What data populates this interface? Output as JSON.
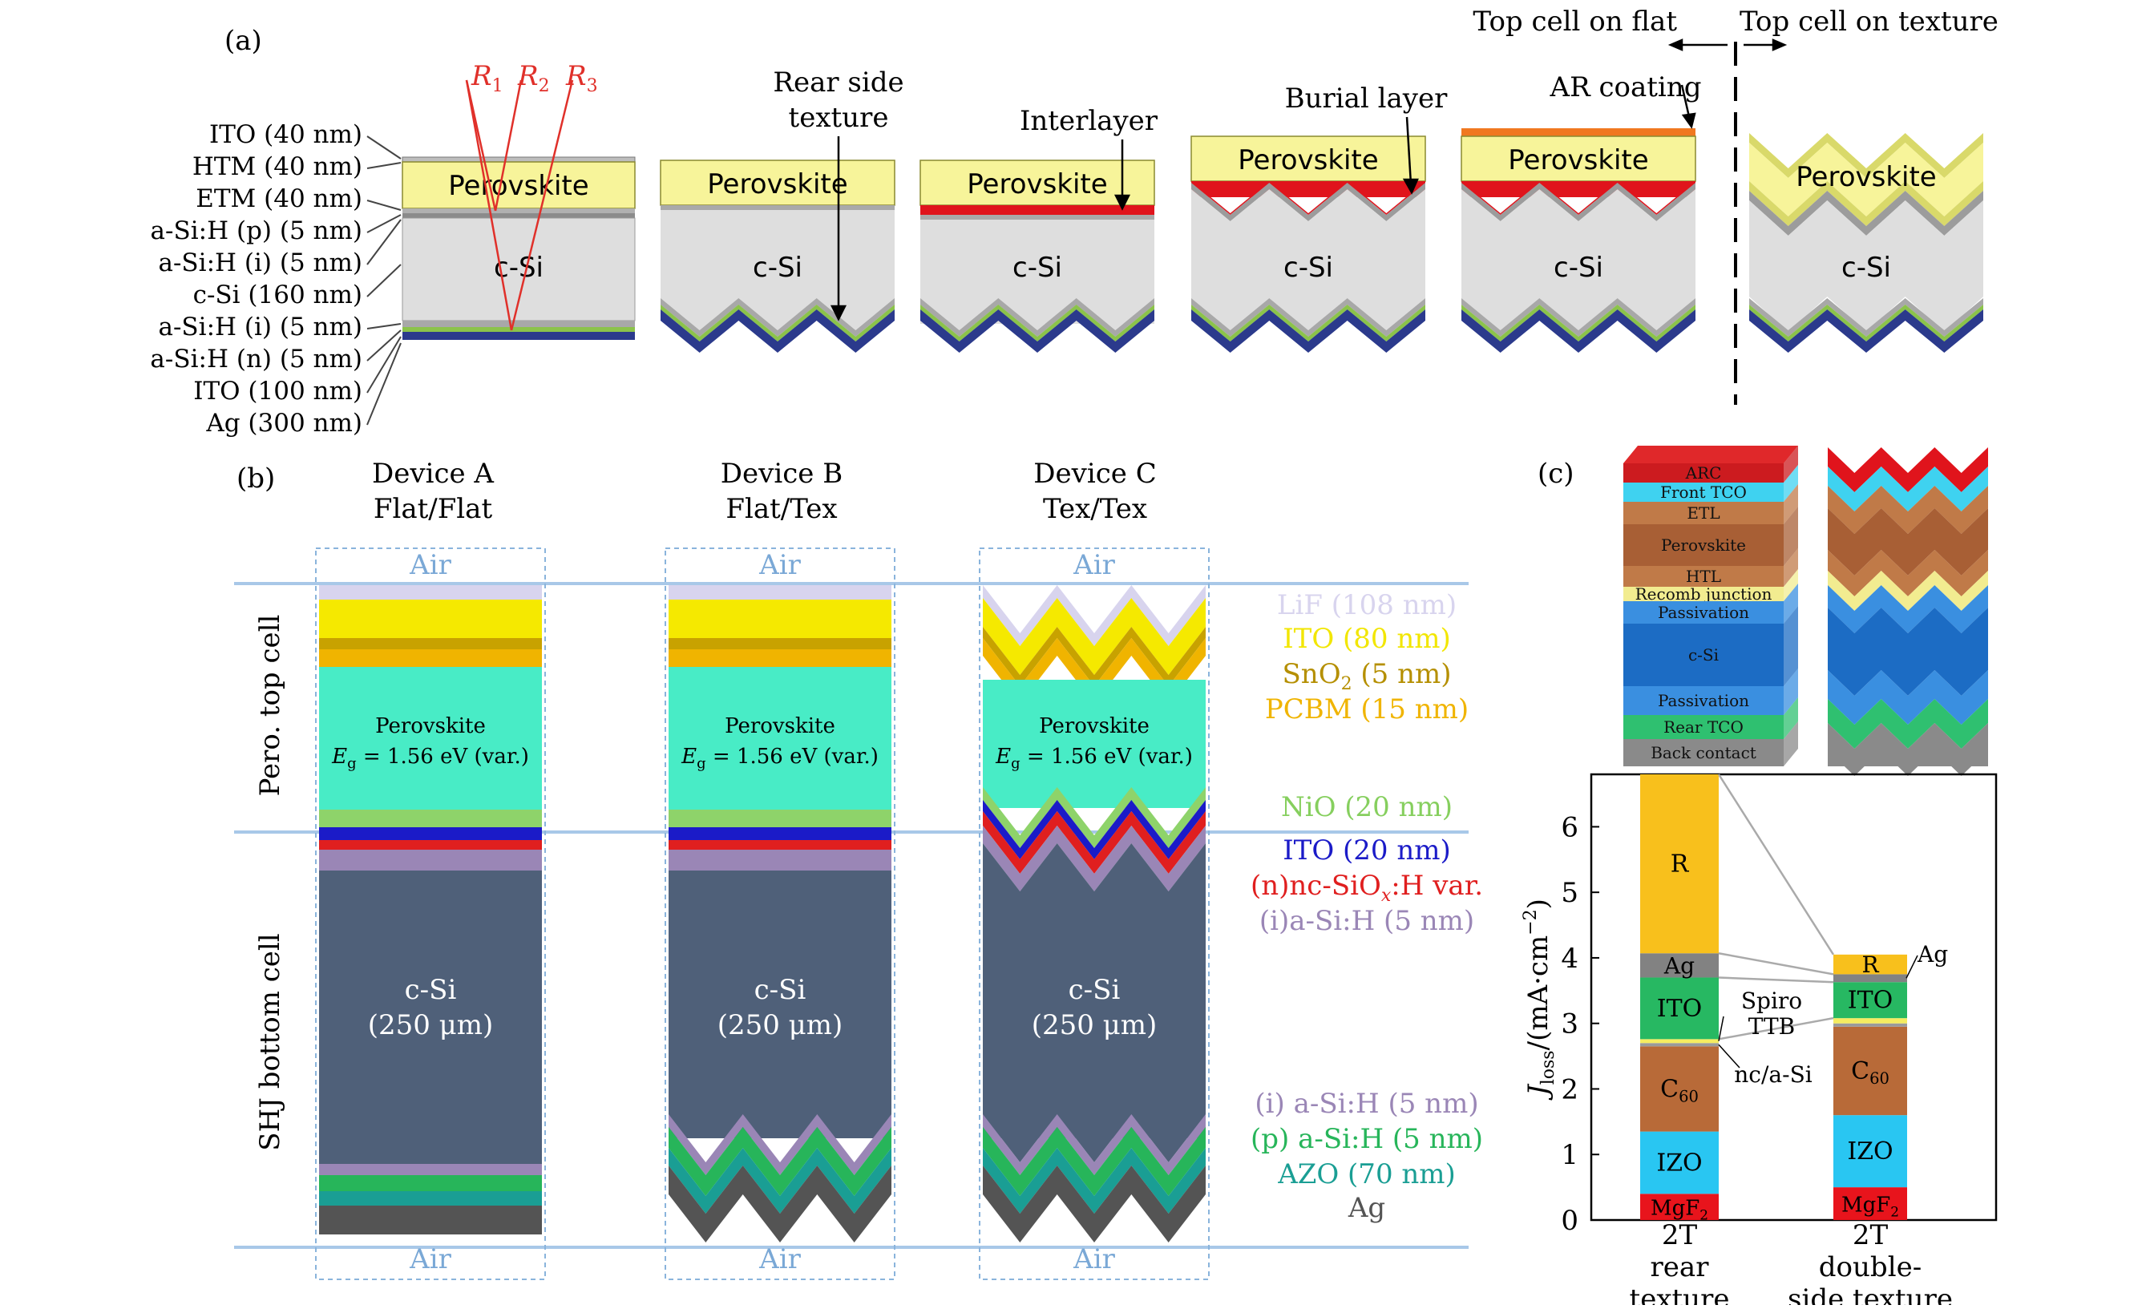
{
  "panel_a": {
    "label": "(a)",
    "stack_labels": [
      "ITO (40 nm)",
      "HTM (40 nm)",
      "ETM (40 nm)",
      "a-Si:H (p) (5 nm)",
      "a-Si:H (i) (5 nm)",
      "c-Si (160 nm)",
      "a-Si:H (i) (5 nm)",
      "a-Si:H (n) (5 nm)",
      "ITO (100 nm)",
      "Ag (300 nm)"
    ],
    "reflections": [
      "R",
      "1",
      "2",
      "3"
    ],
    "layer_perovskite": "Perovskite",
    "layer_csi": "c-Si",
    "annotations": {
      "rear_texture_1": "Rear side",
      "rear_texture_2": "texture",
      "interlayer": "Interlayer",
      "burial": "Burial layer",
      "ar": "AR coating",
      "flat_header": "Top cell on flat",
      "texture_header": "Top cell on texture"
    }
  },
  "panel_b": {
    "label": "(b)",
    "devices": [
      {
        "name": "Device A",
        "type": "Flat/Flat"
      },
      {
        "name": "Device B",
        "type": "Flat/Tex"
      },
      {
        "name": "Device C",
        "type": "Tex/Tex"
      }
    ],
    "air": "Air",
    "perovskite": "Perovskite",
    "eg_text": "= 1.56 eV (var.)",
    "eg_symbol": "E",
    "eg_sub": "g",
    "csi": "c-Si",
    "csi_thickness": "(250 μm)",
    "side_top": "Pero. top cell",
    "side_bottom": "SHJ bottom cell",
    "layer_labels": {
      "lif": "LiF (108 nm)",
      "ito80": "ITO (80 nm)",
      "sno2_a": "SnO",
      "sno2_sub": "2",
      "sno2_b": " (5 nm)",
      "pcbm": "PCBM (15 nm)",
      "nio": "NiO (20 nm)",
      "ito20": "ITO (20 nm)",
      "ncsiox_a": "(n)nc-SiO",
      "ncsiox_sub": "x",
      "ncsiox_b": ":H var.",
      "asih_i": "(i)a-Si:H (5 nm)",
      "asih_i2": "(i) a-Si:H (5 nm)",
      "asih_p": "(p) a-Si:H (5 nm)",
      "azo": "AZO (70 nm)",
      "ag": "Ag"
    },
    "colors": {
      "lif": "#d8d4ee",
      "ito80": "#f5e900",
      "sno2": "#c8a200",
      "pcbm": "#f0b400",
      "perovskite": "#48ecc6",
      "nio": "#8ed36a",
      "ito20": "#1b1bc8",
      "ncsiox": "#e01f1f",
      "asih": "#9a86b6",
      "csi": "#4f6079",
      "asih_p": "#27b55a",
      "azo": "#1a9e94",
      "ag": "#545454",
      "air": "#7aa8d6"
    }
  },
  "panel_c": {
    "label": "(c)",
    "stack_layers": [
      "ARC",
      "Front TCO",
      "ETL",
      "Perovskite",
      "HTL",
      "Recomb junction",
      "Passivation",
      "c-Si",
      "Passivation",
      "Rear TCO",
      "Back contact"
    ],
    "chart_data": {
      "type": "bar",
      "stacked": true,
      "ylabel_symbol": "J",
      "ylabel_sub": "loss",
      "ylabel_rest": "/(mA·cm",
      "ylabel_sup": "−2",
      "ylabel_close": ")",
      "ylim": [
        0,
        6.8
      ],
      "yticks": [
        0,
        1,
        2,
        3,
        4,
        5,
        6
      ],
      "categories": [
        [
          "2T",
          "rear",
          "texture"
        ],
        [
          "2T",
          "double-",
          "side texture"
        ]
      ],
      "series": [
        {
          "name": "MgF2",
          "values": [
            0.4,
            0.5
          ],
          "color": "#e8141c"
        },
        {
          "name": "IZO",
          "values": [
            0.95,
            1.1
          ],
          "color": "#29c6f2"
        },
        {
          "name": "C60",
          "values": [
            1.3,
            1.35
          ],
          "color": "#b86a38"
        },
        {
          "name": "nc/a-Si",
          "values": [
            0.05,
            0.05
          ],
          "color": "#9a9a9a"
        },
        {
          "name": "Spiro TTB",
          "values": [
            0.06,
            0.08
          ],
          "color": "#f5ec60"
        },
        {
          "name": "ITO",
          "values": [
            0.94,
            0.55
          ],
          "color": "#27b862"
        },
        {
          "name": "Ag",
          "values": [
            0.37,
            0.12
          ],
          "color": "#828282"
        },
        {
          "name": "R",
          "values": [
            2.73,
            0.3
          ],
          "color": "#f8c01c"
        }
      ],
      "segment_labels": [
        {
          "text": "R",
          "sub": ""
        },
        {
          "text": "Ag",
          "sub": ""
        },
        {
          "text": "ITO",
          "sub": ""
        },
        {
          "text": "C",
          "sub": "60"
        },
        {
          "text": "IZO",
          "sub": ""
        },
        {
          "text": "MgF",
          "sub": "2"
        }
      ],
      "side_labels": {
        "spiro_1": "Spiro",
        "spiro_2": "TTB",
        "ncasi": "nc/a-Si",
        "ag": "Ag"
      }
    }
  }
}
